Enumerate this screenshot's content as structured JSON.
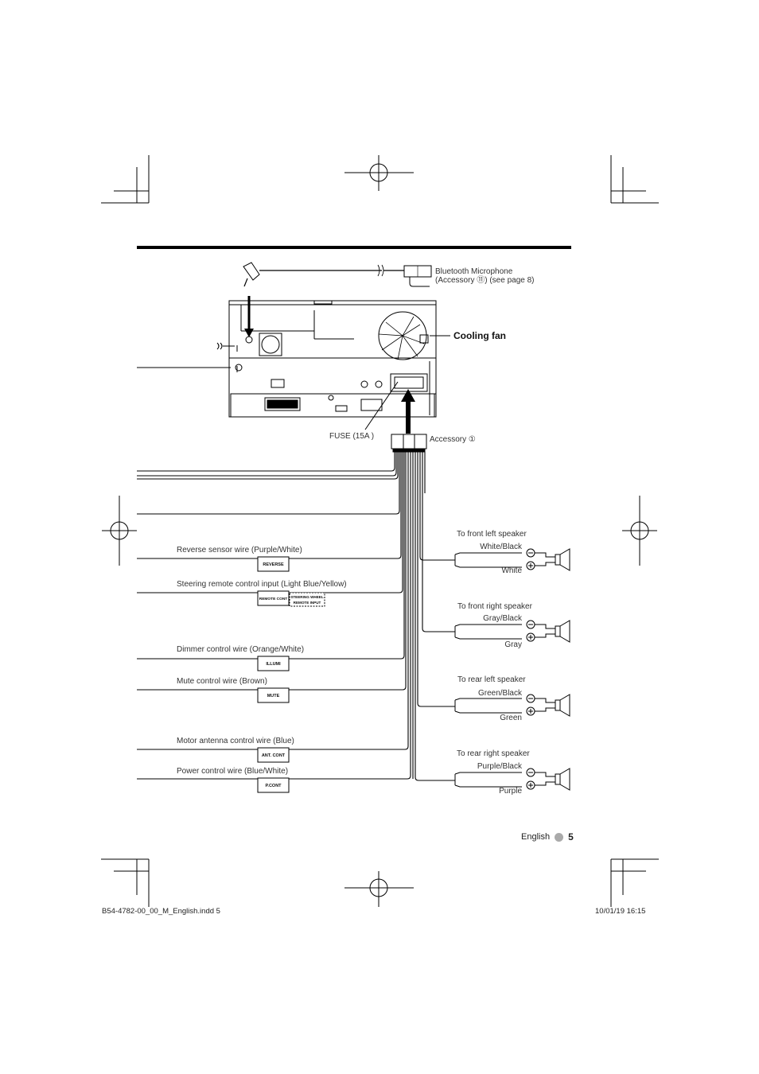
{
  "diagram": {
    "top_labels": {
      "bt_mic_line1": "Bluetooth Microphone",
      "bt_mic_line2": "(Accessory ⑪) (see page 8)",
      "cooling_fan": "Cooling fan",
      "fuse": "FUSE (15A )",
      "accessory": "Accessory ①"
    },
    "wires": [
      {
        "label": "Reverse sensor wire (Purple/White)",
        "tag": "REVERSE"
      },
      {
        "label": "Steering remote control input (Light Blue/Yellow)",
        "tag": "REMOTE CONT",
        "tag2_line1": "STEERING WHEEL",
        "tag2_line2": "REMOTE INPUT"
      },
      {
        "label": "Dimmer control wire (Orange/White)",
        "tag": "ILLUMI"
      },
      {
        "label": "Mute control wire (Brown)",
        "tag": "MUTE"
      },
      {
        "label": "Motor antenna control wire (Blue)",
        "tag": "ANT. CONT"
      },
      {
        "label": "Power control wire (Blue/White)",
        "tag": "P.CONT"
      }
    ],
    "speakers": [
      {
        "title": "To front left speaker",
        "neg": "White/Black",
        "pos": "White"
      },
      {
        "title": "To front right speaker",
        "neg": "Gray/Black",
        "pos": "Gray"
      },
      {
        "title": "To rear left speaker",
        "neg": "Green/Black",
        "pos": "Green"
      },
      {
        "title": "To rear right speaker",
        "neg": "Purple/Black",
        "pos": "Purple"
      }
    ]
  },
  "page": {
    "language": "English",
    "number": "5"
  },
  "footer": {
    "file": "B54-4782-00_00_M_English.indd  5",
    "datetime": "10/01/19  16:15"
  }
}
